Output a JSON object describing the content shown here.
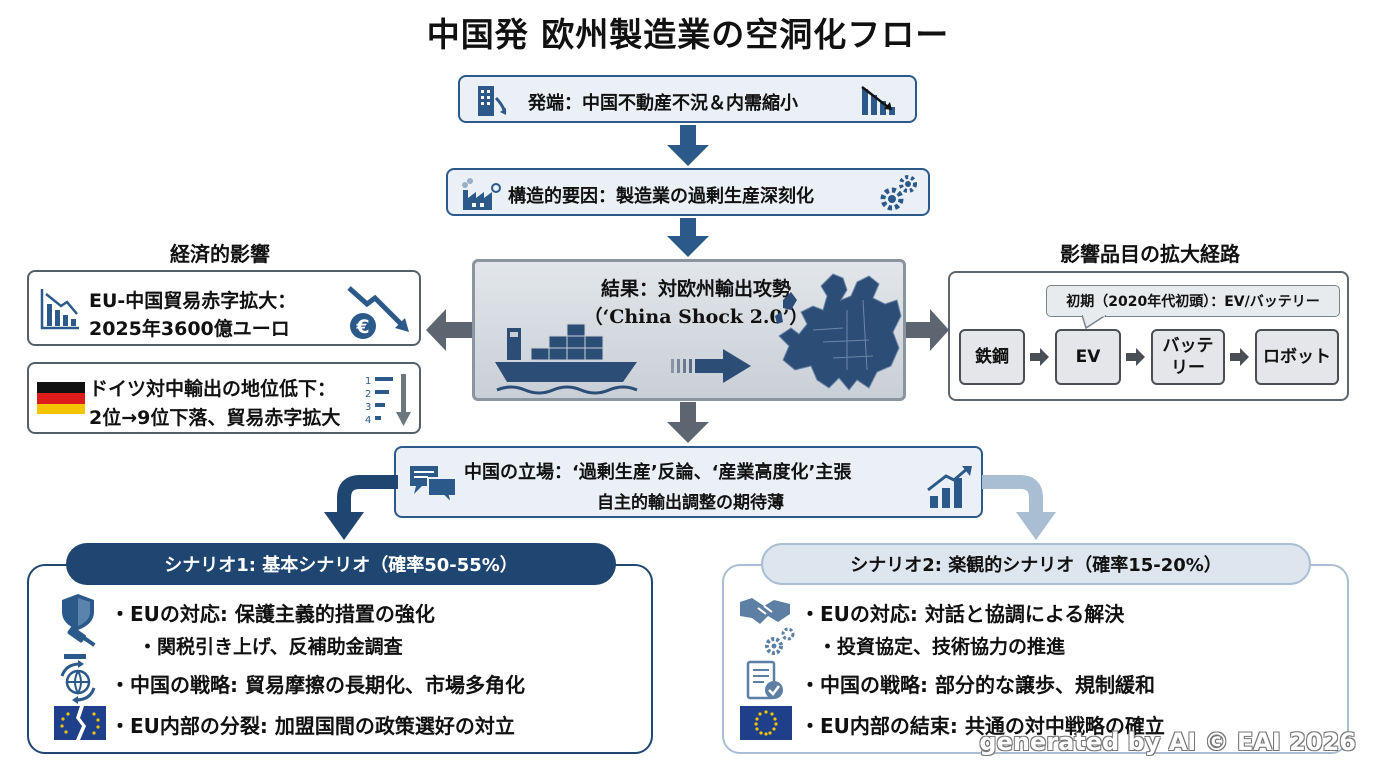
{
  "title": "中国発 欧州製造業の空洞化フロー",
  "origin": {
    "label": "発端：中国不動産不況＆内需縮小"
  },
  "structural": {
    "label": "構造的要因：製造業の過剰生産深刻化"
  },
  "economic_impact": {
    "heading": "経済的影響",
    "trade_deficit": {
      "line1": "EU-中国貿易赤字拡大：",
      "line2": "2025年3600億ユーロ"
    },
    "germany": {
      "line1": "ドイツ対中輸出の地位低下：",
      "line2": "2位→9位下落、貿易赤字拡大",
      "rank_ticks": [
        "1",
        "2",
        "3",
        "4"
      ]
    }
  },
  "result": {
    "line1": "結果：対欧州輸出攻勢",
    "line2": "（‘China Shock 2.0’）"
  },
  "product_path": {
    "heading": "影響品目の拡大経路",
    "callout": "初期（2020年代初頭）：EV/バッテリー",
    "steps": [
      "鉄鋼",
      "EV",
      "バッテ\nリー",
      "ロボット"
    ]
  },
  "china_position": {
    "line1": "中国の立場：‘過剰生産’反論、‘産業高度化’主張",
    "line2": "自主的輸出調整の期待薄"
  },
  "scenario1": {
    "title": "シナリオ1: 基本シナリオ（確率50-55%）",
    "b1": "・EUの対応: 保護主義的措置の強化",
    "b1_sub": "・関税引き上げ、反補助金調査",
    "b2": "・中国の戦略: 貿易摩擦の長期化、市場多角化",
    "b3": "・EU内部の分裂: 加盟国間の政策選好の対立"
  },
  "scenario2": {
    "title": "シナリオ2: 楽観的シナリオ（確率15-20%）",
    "b1": "・EUの対応: 対話と協調による解決",
    "b1_sub": "・投資協定、技術協力の推進",
    "b2": "・中国の戦略: 部分的な譲歩、規制緩和",
    "b3": "・EU内部の結束: 共通の対中戦略の確立"
  },
  "watermark": "generated by AI © EAI 2026",
  "colors": {
    "navy": "#1e4670",
    "blue": "#2b5a8a",
    "grey": "#5d6670",
    "light_blue": "#a9bed3"
  },
  "icons": [
    "building-down-icon",
    "bar-down-icon",
    "factory-icon",
    "gears-icon",
    "chart-down-icon",
    "euro-arrow-icon",
    "germany-flag-icon",
    "rank-down-icon",
    "cargo-ship-icon",
    "europe-map-icon",
    "speech-bubbles-icon",
    "bars-up-icon",
    "shield-icon",
    "gavel-icon",
    "globe-cycle-icon",
    "eu-flag-broken-icon",
    "handshake-icon",
    "tech-gears-icon",
    "document-check-icon",
    "eu-flag-icon"
  ]
}
